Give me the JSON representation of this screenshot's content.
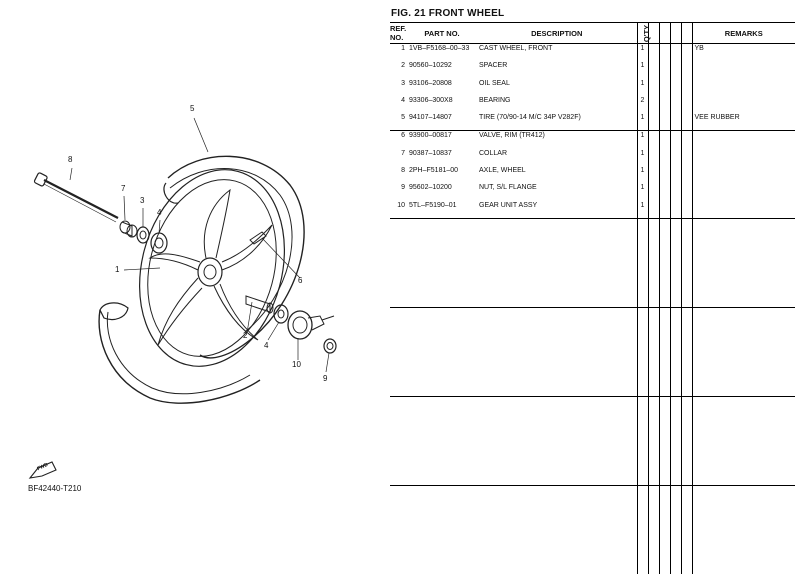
{
  "figure": {
    "title": "FIG.  21  FRONT WHEEL",
    "code": "BF42440-T210"
  },
  "table": {
    "headers": {
      "ref": "REF.\nNO.",
      "part_no": "PART NO.",
      "description": "DESCRIPTION",
      "qty": "Q'TY",
      "remarks": "REMARKS"
    },
    "rows": [
      {
        "ref": "1",
        "part_no": "1VB–F5168–00–33",
        "description": "CAST WHEEL, FRONT",
        "qty": "1",
        "remarks": "YB"
      },
      {
        "ref": "2",
        "part_no": "90560–10292",
        "description": "SPACER",
        "qty": "1",
        "remarks": ""
      },
      {
        "ref": "3",
        "part_no": "93106–20808",
        "description": "OIL SEAL",
        "qty": "1",
        "remarks": ""
      },
      {
        "ref": "4",
        "part_no": "93306–300X8",
        "description": "BEARING",
        "qty": "2",
        "remarks": ""
      },
      {
        "ref": "5",
        "part_no": "94107–14807",
        "description": "TIRE (70/90-14 M/C 34P V282F)",
        "qty": "1",
        "remarks": "VEE RUBBER"
      },
      {
        "ref": "6",
        "part_no": "93900–00817",
        "description": "VALVE, RIM (TR412)",
        "qty": "1",
        "remarks": ""
      },
      {
        "ref": "7",
        "part_no": "90387–10837",
        "description": "COLLAR",
        "qty": "1",
        "remarks": ""
      },
      {
        "ref": "8",
        "part_no": "2PH–F5181–00",
        "description": "AXLE, WHEEL",
        "qty": "1",
        "remarks": ""
      },
      {
        "ref": "9",
        "part_no": "95602–10200",
        "description": "NUT, S/L FLANGE",
        "qty": "1",
        "remarks": ""
      },
      {
        "ref": "10",
        "part_no": "5TL–F5190–01",
        "description": "GEAR UNIT ASSY",
        "qty": "1",
        "remarks": ""
      }
    ]
  },
  "callouts": [
    "1",
    "2",
    "3",
    "4",
    "5",
    "6",
    "7",
    "8",
    "9",
    "10"
  ],
  "fwd_label": "FWD"
}
